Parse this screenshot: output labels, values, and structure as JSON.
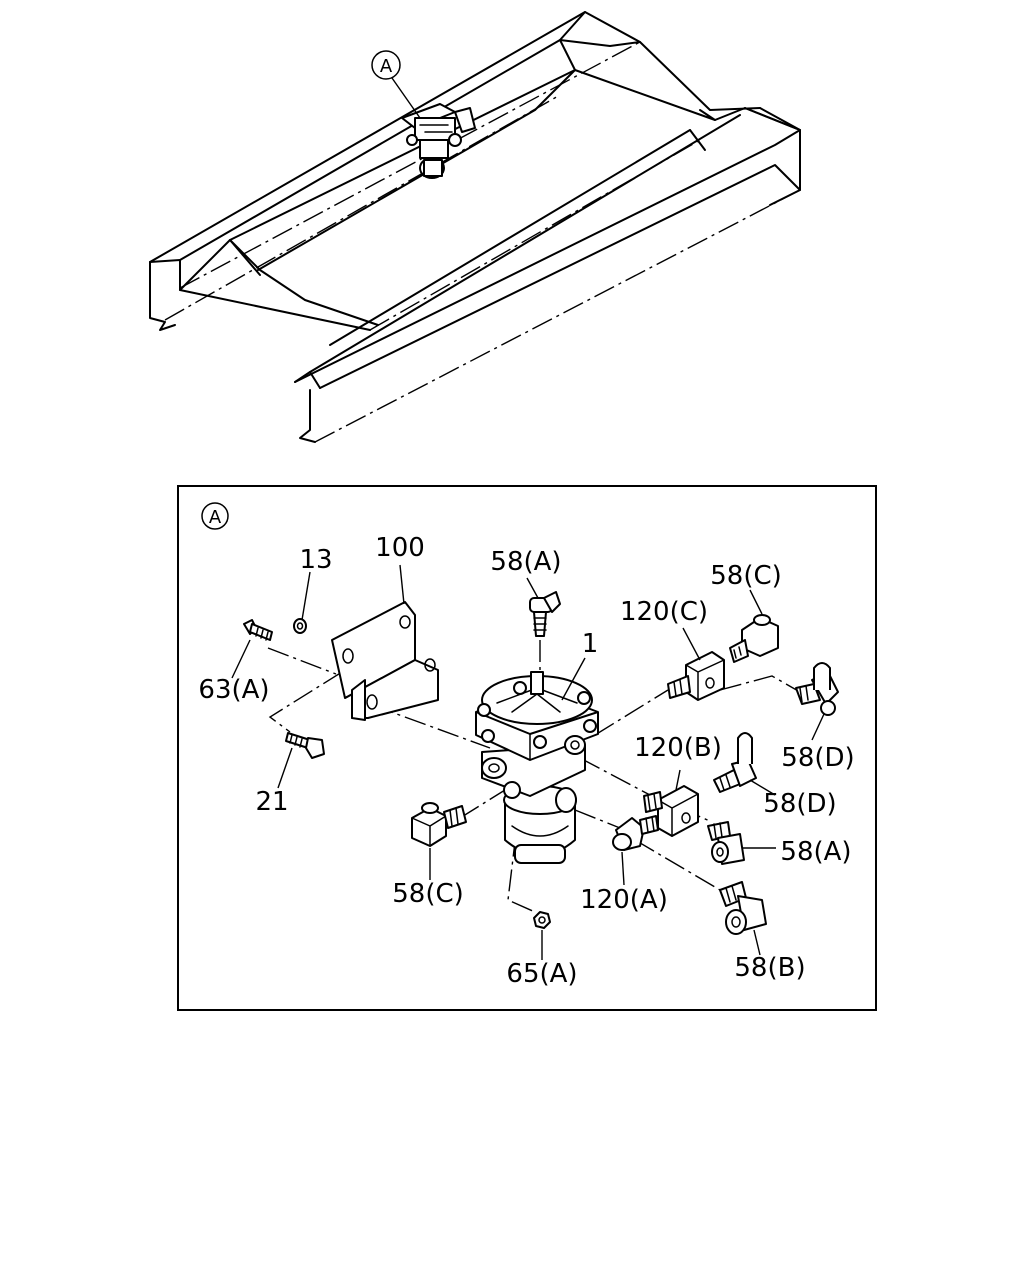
{
  "overview": {
    "callout": "A"
  },
  "detail": {
    "callout": "A",
    "labels": {
      "p13": "13",
      "p100": "100",
      "p58a_top": "58(A)",
      "p58c_top": "58(C)",
      "p120c": "120(C)",
      "p1": "1",
      "p63a": "63(A)",
      "p21": "21",
      "p120b": "120(B)",
      "p58d_upper": "58(D)",
      "p58d_lower": "58(D)",
      "p58a_right": "58(A)",
      "p58c_left": "58(C)",
      "p120a": "120(A)",
      "p65a": "65(A)",
      "p58b": "58(B)"
    }
  }
}
